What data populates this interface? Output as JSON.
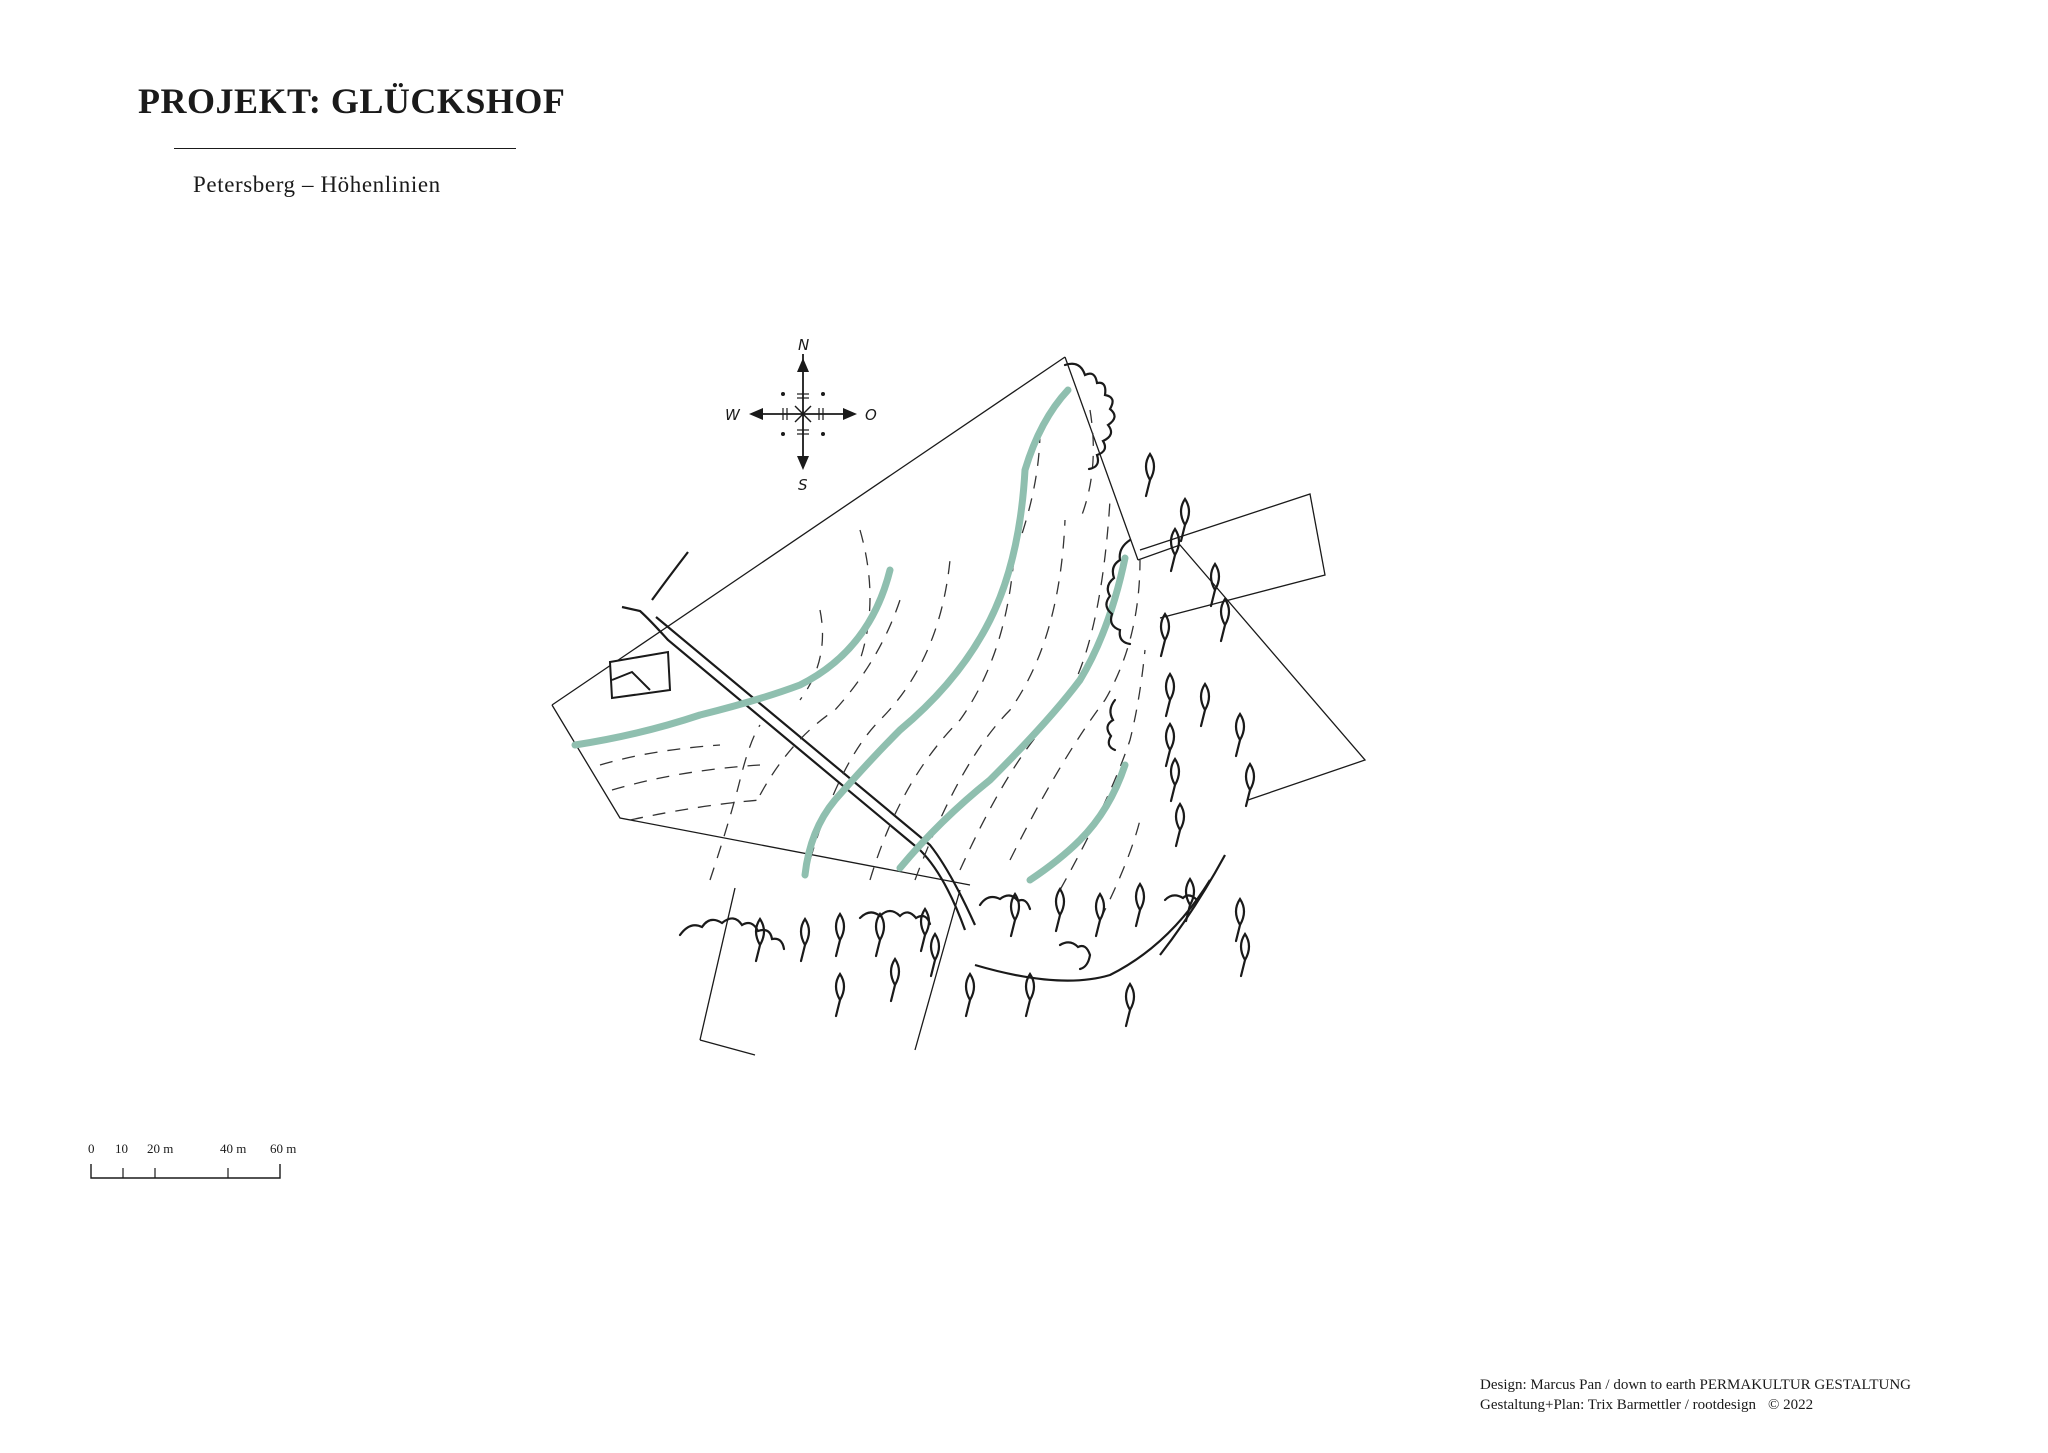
{
  "header": {
    "title": "PROJEKT: GLÜCKSHOF",
    "subtitle": "Petersberg – Höhenlinien"
  },
  "compass": {
    "north": "N",
    "south": "S",
    "west": "W",
    "east": "O"
  },
  "scale_bar": {
    "labels": [
      "0",
      "10",
      "20 m",
      "40 m",
      "60 m"
    ]
  },
  "credits": {
    "line1": "Design: Marcus Pan / down to earth PERMAKULTUR GESTALTUNG",
    "line2": "Gestaltung+Plan: Trix Barmettler / rootdesign",
    "copyright": "© 2022"
  },
  "colors": {
    "ink": "#1a1a1a",
    "keyline": "#8fbfaf",
    "contour": "#333333"
  }
}
